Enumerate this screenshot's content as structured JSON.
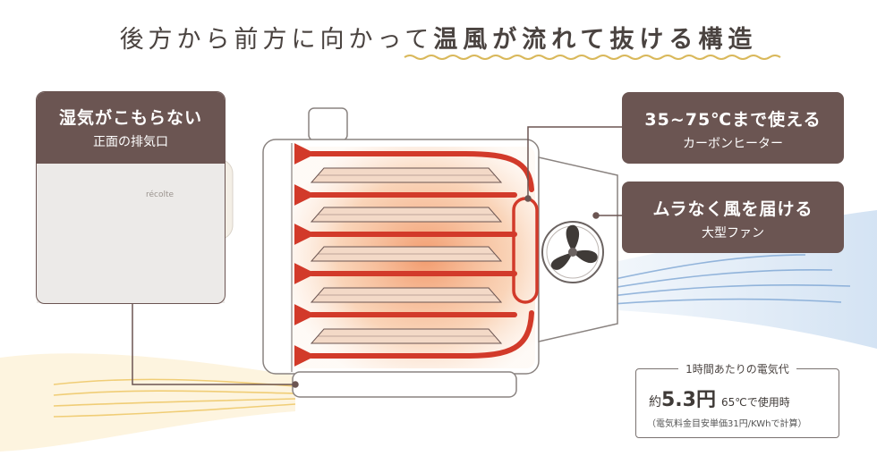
{
  "headline": {
    "part1": "後方から前方に向かって",
    "part2": "温風が流れて抜ける構造"
  },
  "labels": {
    "exhaust": {
      "title": "湿気がこもらない",
      "sub": "正面の排気口"
    },
    "heater": {
      "title": "35~75℃まで使える",
      "sub": "カーボンヒーター"
    },
    "fan": {
      "title": "ムラなく風を届ける",
      "sub": "大型ファン"
    }
  },
  "brand": "récolte",
  "cost": {
    "title": "1時間あたりの電気代",
    "prefix": "約",
    "amount": "5.3円",
    "condition": "65℃で使用時",
    "note": "（電気料金目安単価31円/KWhで計算）"
  },
  "colors": {
    "label_bg": "#6b5552",
    "arrow_red": "#d23a2a",
    "warm_glow": "#f1a070",
    "cool_wind": "#a9c7e6",
    "warm_wind": "#f0c45a"
  }
}
